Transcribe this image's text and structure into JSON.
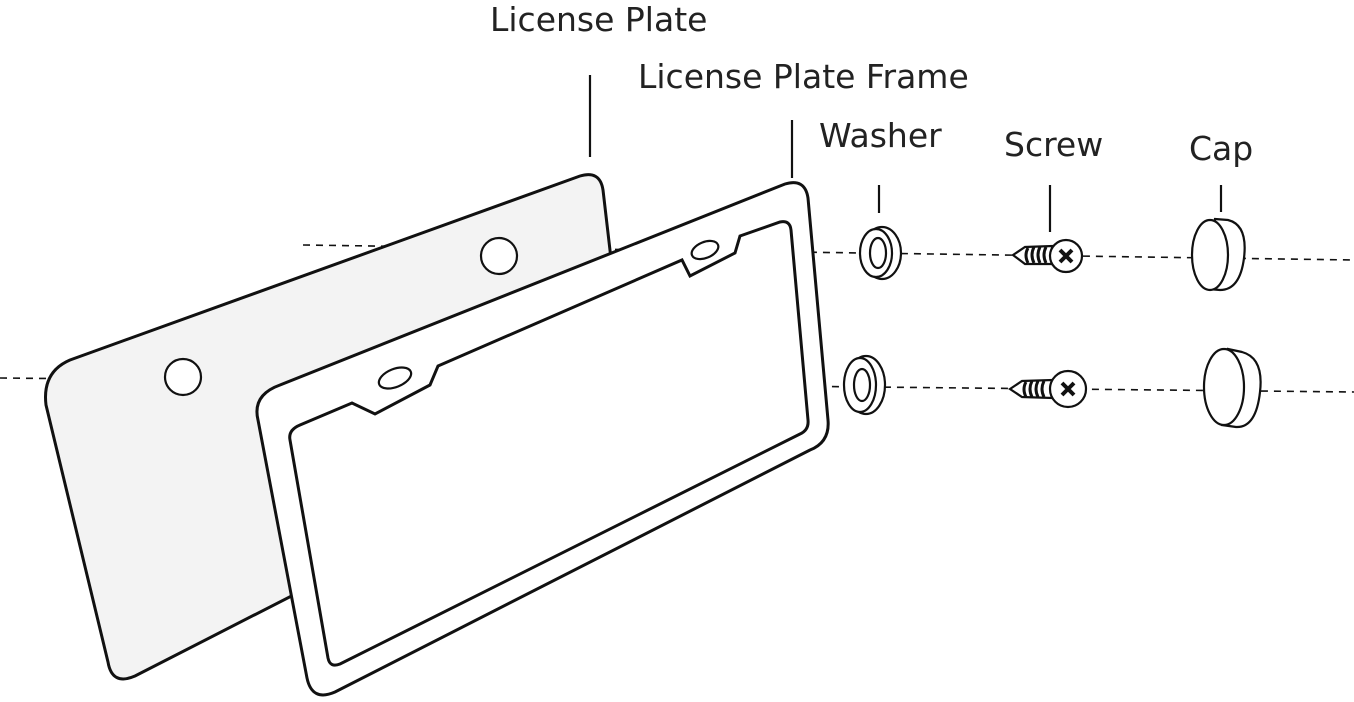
{
  "labels": {
    "license_plate": "License Plate",
    "license_plate_frame": "License Plate Frame",
    "washer": "Washer",
    "screw": "Screw",
    "cap": "Cap"
  }
}
